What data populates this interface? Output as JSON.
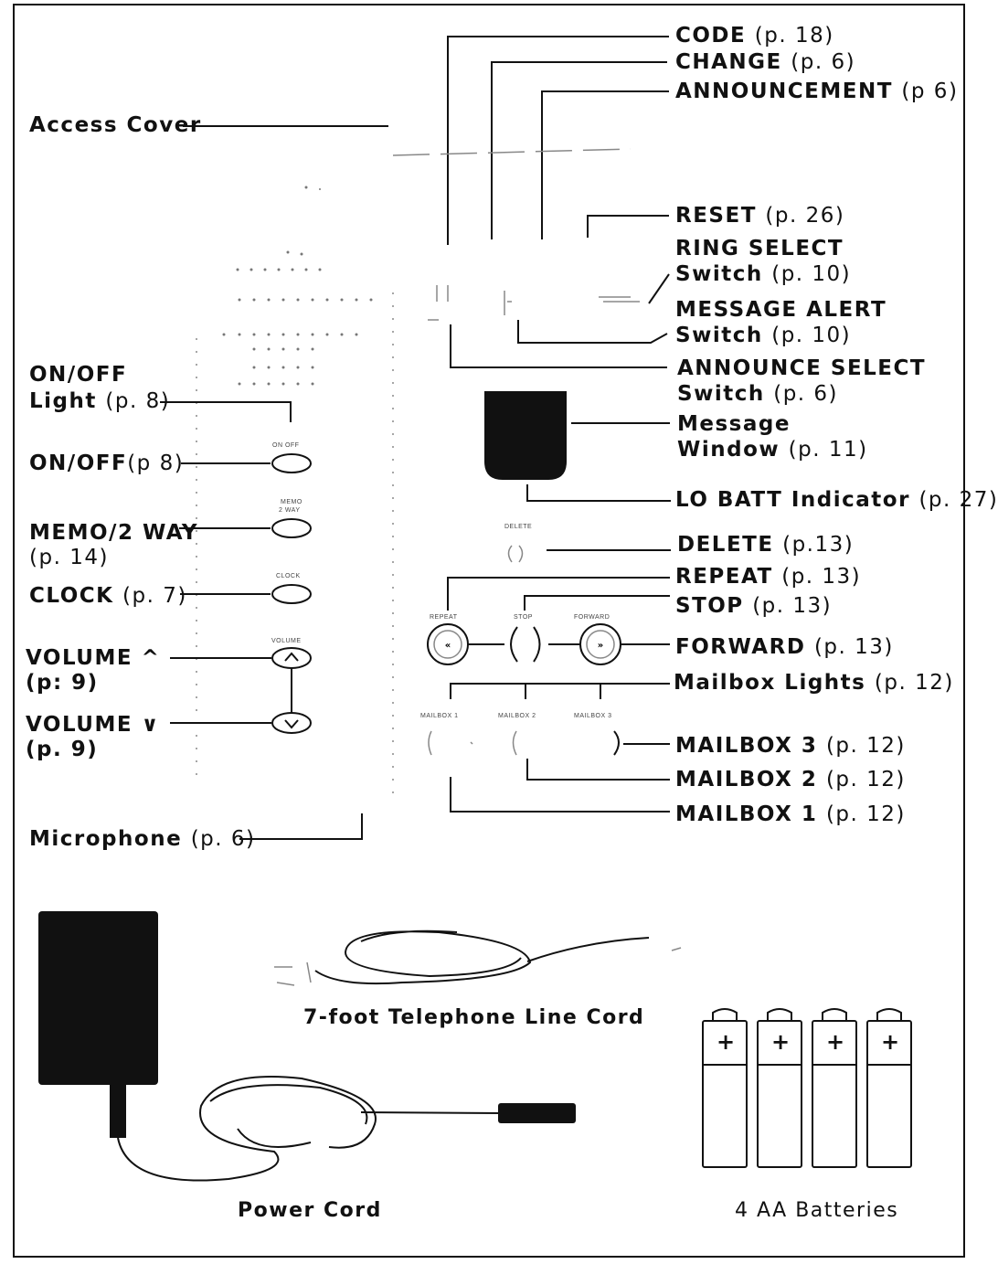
{
  "labels": {
    "code": {
      "name": "CODE",
      "page": "(p. 18)"
    },
    "change": {
      "name": "CHANGE",
      "page": "(p. 6)"
    },
    "announcement": {
      "name": "ANNOUNCEMENT",
      "page": "(p  6)"
    },
    "access_cover": {
      "name": "Access Cover",
      "page": ""
    },
    "reset": {
      "name": "RESET",
      "page": "(p. 26)"
    },
    "ring_select_1": {
      "name": "RING SELECT",
      "page": ""
    },
    "ring_select_2": {
      "name": "Switch",
      "page": "(p. 10)"
    },
    "message_alert_1": {
      "name": "MESSAGE ALERT",
      "page": ""
    },
    "message_alert_2": {
      "name": "Switch",
      "page": "(p. 10)"
    },
    "announce_select_1": {
      "name": "ANNOUNCE SELECT",
      "page": ""
    },
    "announce_select_2": {
      "name": "Switch",
      "page": "(p. 6)"
    },
    "onoff_light_1": {
      "name": "ON/OFF",
      "page": ""
    },
    "onoff_light_2": {
      "name": "Light",
      "page": "(p. 8)"
    },
    "message_window_1": {
      "name": "Message",
      "page": ""
    },
    "message_window_2": {
      "name": "Window",
      "page": "(p. 11)"
    },
    "onoff": {
      "name": "ON/OFF",
      "page": "(p  8)"
    },
    "lo_batt": {
      "name": "LO BATT Indicator",
      "page": "(p. 27)"
    },
    "memo_1": {
      "name": "MEMO/2 WAY",
      "page": ""
    },
    "memo_2": {
      "name": "",
      "page": "(p. 14)"
    },
    "delete": {
      "name": "DELETE",
      "page": "(p.13)"
    },
    "clock": {
      "name": "CLOCK",
      "page": "(p. 7)"
    },
    "repeat": {
      "name": "REPEAT",
      "page": "(p. 13)"
    },
    "stop": {
      "name": "STOP",
      "page": "(p. 13)"
    },
    "volume_up_1": {
      "name": "VOLUME ^",
      "page": ""
    },
    "volume_up_2": {
      "name": "(p: 9)",
      "page": ""
    },
    "forward": {
      "name": "FORWARD",
      "page": "(p. 13)"
    },
    "mailbox_lights": {
      "name": "Mailbox Lights",
      "page": "(p. 12)"
    },
    "volume_down_1": {
      "name": "VOLUME ∨",
      "page": ""
    },
    "volume_down_2": {
      "name": "(p. 9)",
      "page": ""
    },
    "mailbox3": {
      "name": "MAILBOX 3",
      "page": "(p. 12)"
    },
    "mailbox2": {
      "name": "MAILBOX 2",
      "page": "(p. 12)"
    },
    "mailbox1": {
      "name": "MAILBOX 1",
      "page": "(p. 12)"
    },
    "microphone": {
      "name": "Microphone",
      "page": "(p. 6)"
    }
  },
  "device_markings": {
    "on_off": "ON OFF",
    "memo": "MEMO",
    "two_way": "2 WAY",
    "clock": "CLOCK",
    "volume": "VOLUME",
    "delete": "DELETE",
    "repeat": "REPEAT",
    "stop": "STOP",
    "forward": "FORWARD",
    "mailbox_1": "MAILBOX 1",
    "mailbox_2": "MAILBOX 2",
    "mailbox_3": "MAILBOX 3"
  },
  "accessories": {
    "line_cord": "7-foot Telephone Line Cord",
    "power_cord": "Power Cord",
    "batteries": "4 AA Batteries",
    "battery_plus": "+"
  }
}
